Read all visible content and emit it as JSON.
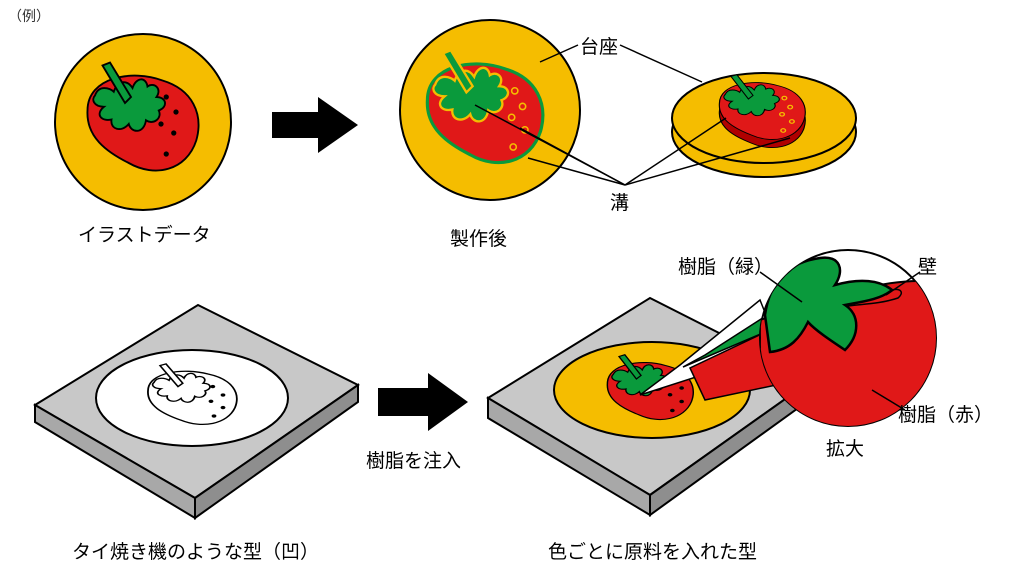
{
  "example_mark": "（例）",
  "captions": {
    "illust_data": "イラストデータ",
    "after_fabrication": "製作後",
    "taiyaki_mold": "タイ焼き機のような型（凹）",
    "pour_resin": "樹脂を注入",
    "filled_mold": "色ごとに原料を入れた型"
  },
  "callouts": {
    "base": "台座",
    "groove": "溝",
    "resin_green": "樹脂（緑）",
    "wall": "壁",
    "resin_red": "樹脂（赤）",
    "enlarged": "拡大"
  },
  "colors": {
    "base_yellow": "#f5bd00",
    "strawberry_red": "#e01818",
    "leaf_green": "#0a9a3c",
    "mold_gray": "#c8c8c8",
    "arrow_black": "#000000"
  }
}
